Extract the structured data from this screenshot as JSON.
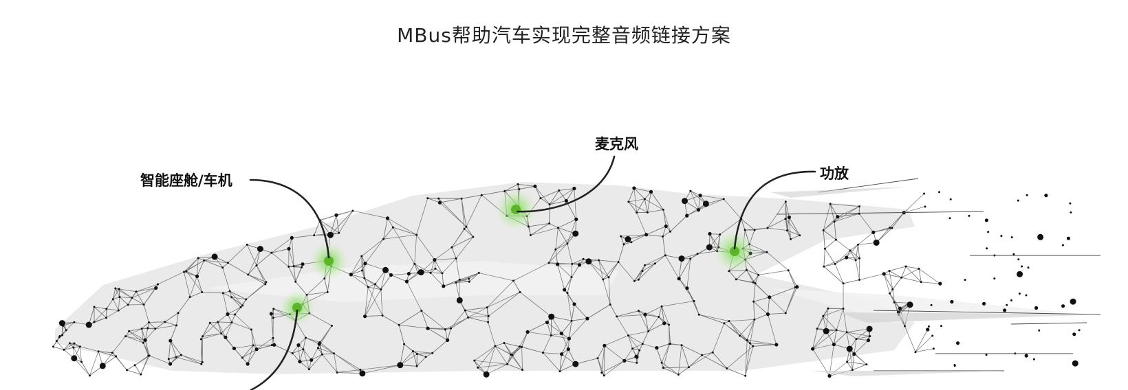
{
  "title": "MBus帮助汽车实现完整音频链接方案",
  "labels": {
    "cockpit": "智能座舱/车机",
    "microphone": "麦克风",
    "amplifier": "功放"
  },
  "colors": {
    "highlight": "#6cc23a",
    "callout_line": "#222222",
    "mesh": "#555555"
  }
}
